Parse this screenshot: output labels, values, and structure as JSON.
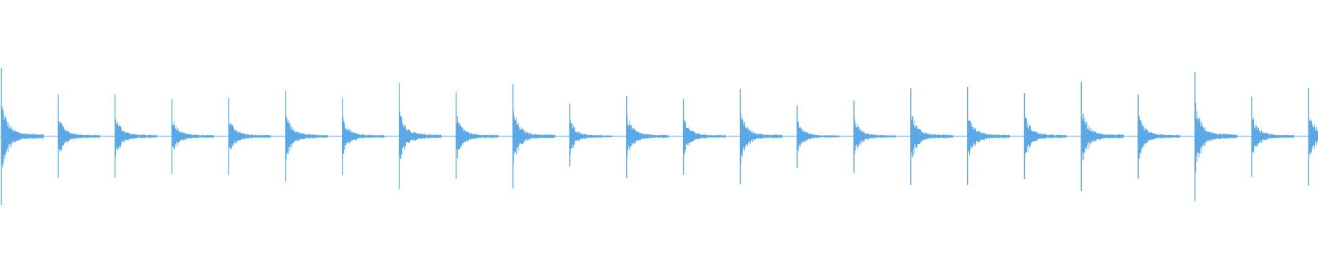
{
  "waveform": {
    "color": "#5aa9e6",
    "background": "#ffffff",
    "transients": [
      {
        "peak_up": 1.0,
        "peak_down": 1.0
      },
      {
        "peak_up": 0.61,
        "peak_down": 0.61
      },
      {
        "peak_up": 0.61,
        "peak_down": 0.61
      },
      {
        "peak_up": 0.54,
        "peak_down": 0.55
      },
      {
        "peak_up": 0.56,
        "peak_down": 0.57
      },
      {
        "peak_up": 0.66,
        "peak_down": 0.66
      },
      {
        "peak_up": 0.56,
        "peak_down": 0.57
      },
      {
        "peak_up": 0.78,
        "peak_down": 0.77
      },
      {
        "peak_up": 0.64,
        "peak_down": 0.62
      },
      {
        "peak_up": 0.76,
        "peak_down": 0.76
      },
      {
        "peak_up": 0.48,
        "peak_down": 0.44
      },
      {
        "peak_up": 0.59,
        "peak_down": 0.61
      },
      {
        "peak_up": 0.55,
        "peak_down": 0.56
      },
      {
        "peak_up": 0.69,
        "peak_down": 0.7
      },
      {
        "peak_up": 0.45,
        "peak_down": 0.46
      },
      {
        "peak_up": 0.52,
        "peak_down": 0.53
      },
      {
        "peak_up": 0.7,
        "peak_down": 0.71
      },
      {
        "peak_up": 0.72,
        "peak_down": 0.71
      },
      {
        "peak_up": 0.63,
        "peak_down": 0.62
      },
      {
        "peak_up": 0.79,
        "peak_down": 0.8
      },
      {
        "peak_up": 0.61,
        "peak_down": 0.62
      },
      {
        "peak_up": 0.94,
        "peak_down": 0.94
      },
      {
        "peak_up": 0.58,
        "peak_down": 0.59
      },
      {
        "peak_up": 0.71,
        "peak_down": 0.72
      }
    ]
  }
}
